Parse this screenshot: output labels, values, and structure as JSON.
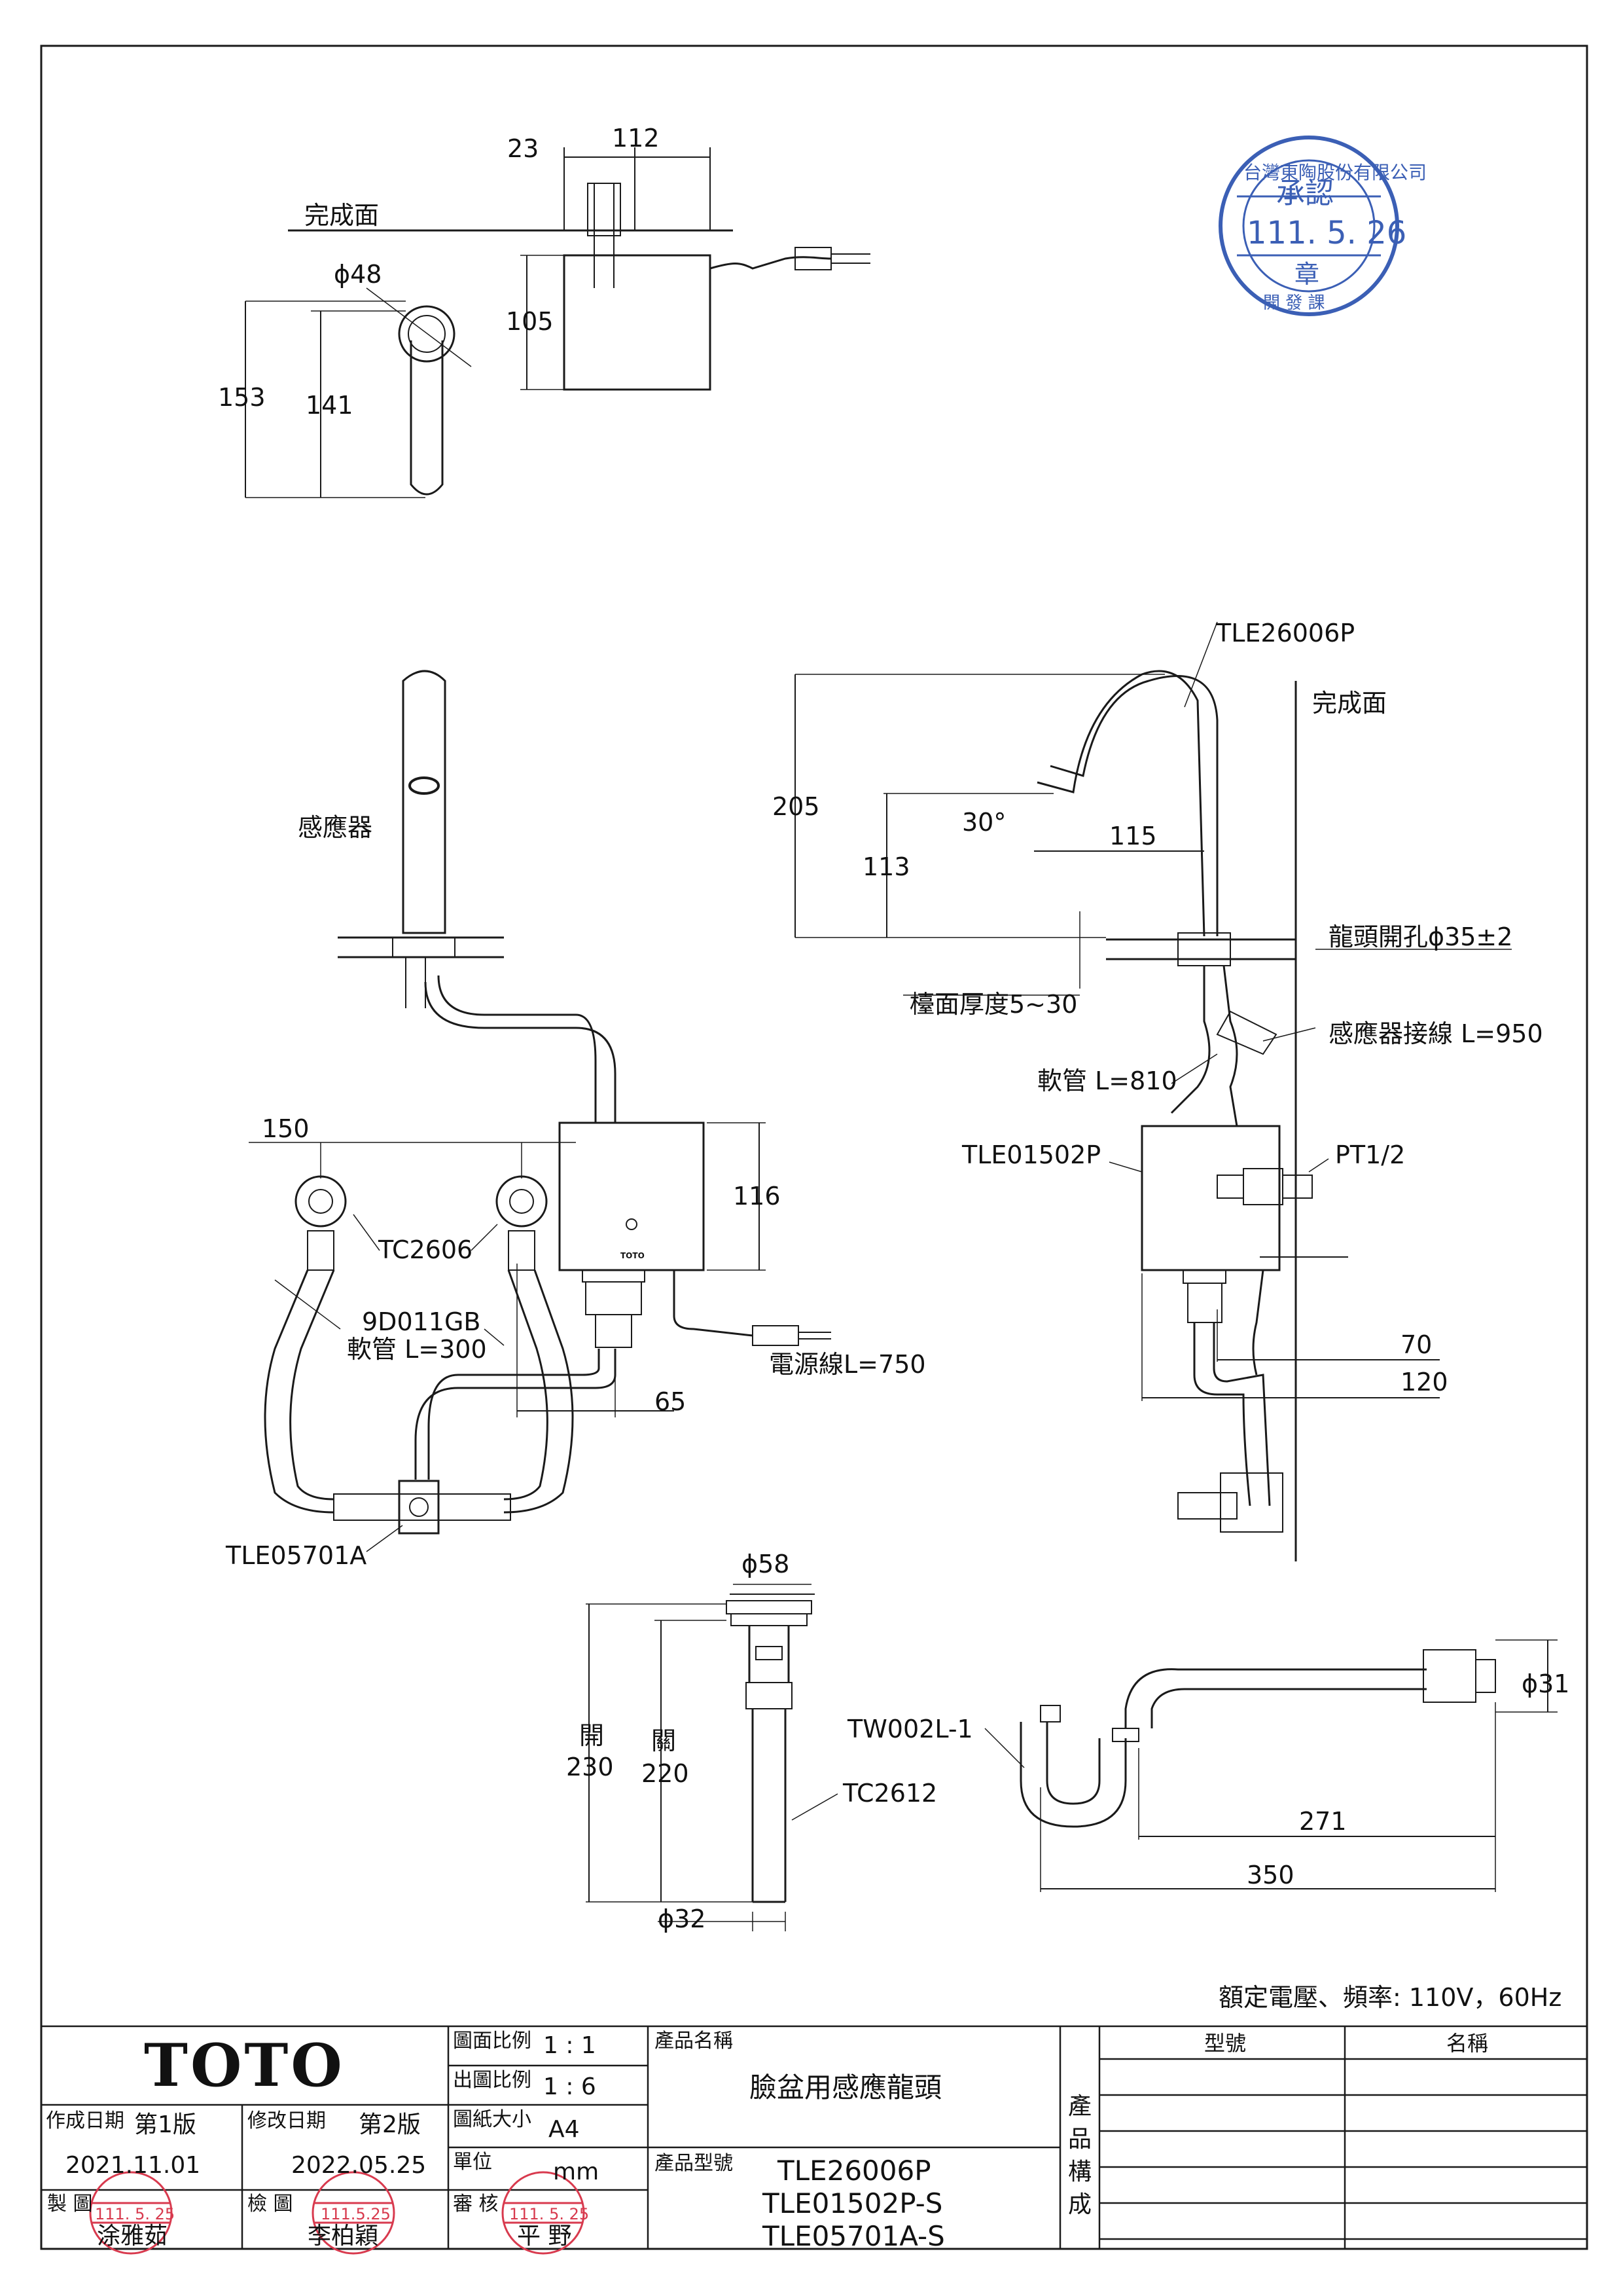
{
  "drawing": {
    "top_view": {
      "dim_23": "23",
      "dim_112": "112",
      "surface_label": "完成面",
      "dia_48": "ϕ48",
      "dim_105": "105",
      "dim_153": "153",
      "dim_141": "141"
    },
    "front_view": {
      "sensor_label": "感應器",
      "dim_150": "150",
      "tc2606": "TC2606",
      "hose_code": "9D011GB",
      "hose_len": "軟管 L=300",
      "box_height": "116",
      "dim_65": "65",
      "power_cord": "電源線L=750",
      "valve": "TLE05701A",
      "box_brand": "TOTO"
    },
    "side_view": {
      "faucet_model": "TLE26006P",
      "surface_label": "完成面",
      "dim_205": "205",
      "dim_113": "113",
      "angle": "30°",
      "dim_115": "115",
      "hole": "龍頭開孔ϕ35±2",
      "counter": "檯面厚度5~30",
      "sensor_cable": "感應器接線 L=950",
      "hose": "軟管 L=810",
      "control_box": "TLE01502P",
      "thread": "PT1/2",
      "dim_70": "70",
      "dim_120": "120"
    },
    "drain": {
      "dia_58": "ϕ58",
      "open_label": "開",
      "open_val": "230",
      "close_label": "關",
      "close_val": "220",
      "model": "TC2612",
      "dia_32": "ϕ32"
    },
    "trap": {
      "model": "TW002L-1",
      "dia_31": "ϕ31",
      "dim_271": "271",
      "dim_350": "350"
    },
    "rating": "額定電壓、頻率: 110V，60Hz"
  },
  "approval_stamp": {
    "company": "台灣東陶股份有限公司",
    "approve": "承認",
    "date": "111. 5. 26",
    "seal": "章",
    "dept": "開 發 課"
  },
  "title_block": {
    "brand": "TOTO",
    "created_label": "作成日期",
    "version1": "第1版",
    "created_date": "2021.11.01",
    "revised_label": "修改日期",
    "version2": "第2版",
    "revised_date": "2022.05.25",
    "drawer_label": "製 圖",
    "drawer_name": "涂雅茹",
    "drawer_stamp_date": "111. 5. 25",
    "checker_label": "檢 圖",
    "checker_name": "李柏穎",
    "checker_stamp_date": "111.5.25",
    "scale_label": "圖面比例",
    "scale_val": "1 : 1",
    "out_scale_label": "出圖比例",
    "out_scale_val": "1 : 6",
    "paper_label": "圖紙大小",
    "paper_val": "A4",
    "unit_label": "單位",
    "unit_val": "mm",
    "review_label": "審 核",
    "reviewer_name": "平 野",
    "reviewer_stamp_date": "111. 5. 25",
    "product_name_label": "產品名稱",
    "product_name": "臉盆用感應龍頭",
    "product_model_label": "產品型號",
    "models": [
      "TLE26006P",
      "TLE01502P-S",
      "TLE05701A-S"
    ],
    "composition_label": [
      "產",
      "品",
      "構",
      "成"
    ],
    "col_model": "型號",
    "col_name": "名稱"
  },
  "colors": {
    "line": "#1a1a1a",
    "stamp_blue": "#3b5fb5",
    "stamp_red": "#d83a4e"
  }
}
